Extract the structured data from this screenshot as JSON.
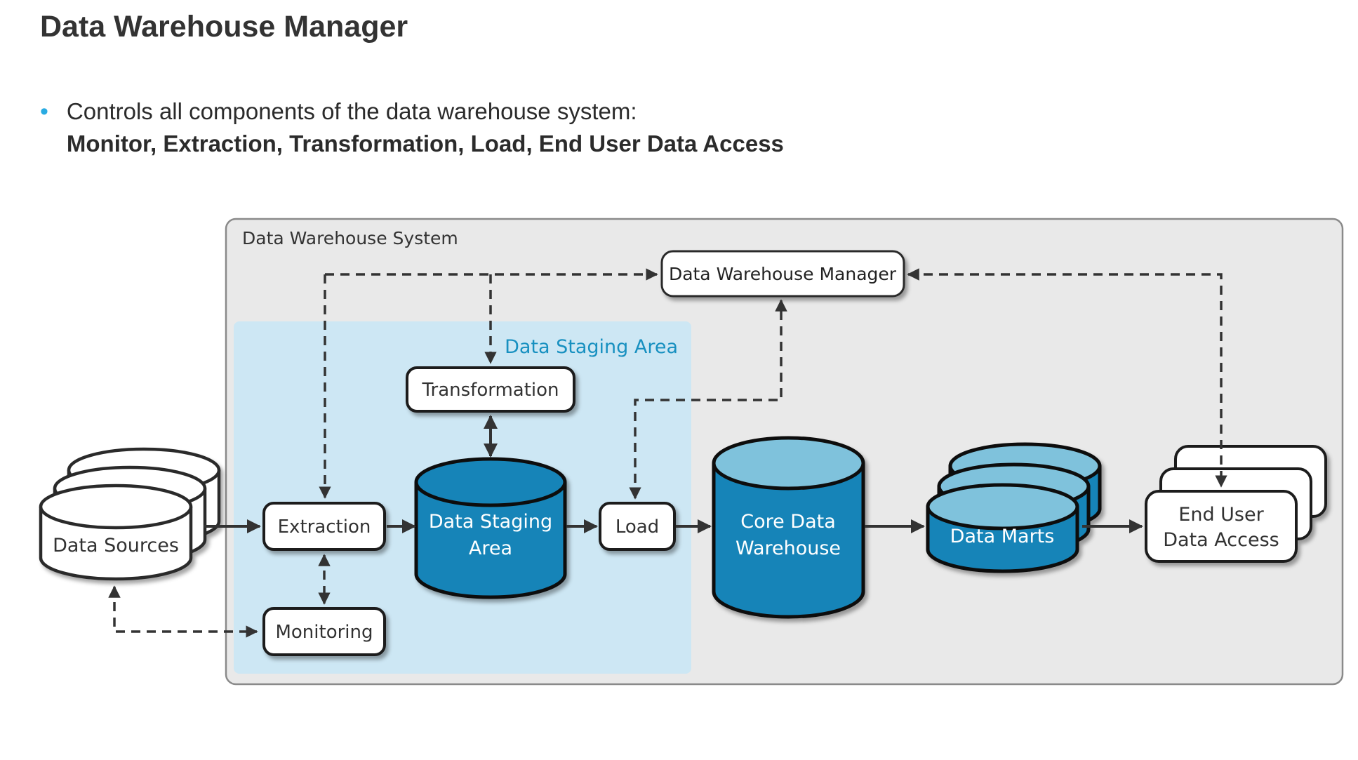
{
  "page": {
    "title": "Data Warehouse Manager",
    "bullet": {
      "line1": "Controls all components of the data warehouse system:",
      "line2": "Monitor, Extraction, Transformation, Load, End User Data Access"
    }
  },
  "diagram": {
    "system_label": "Data Warehouse System",
    "staging_area_label": "Data Staging Area",
    "nodes": {
      "manager": "Data Warehouse Manager",
      "data_sources": "Data Sources",
      "extraction": "Extraction",
      "monitoring": "Monitoring",
      "transformation": "Transformation",
      "staging_cylinder_line1": "Data Staging",
      "staging_cylinder_line2": "Area",
      "load": "Load",
      "core_dw_line1": "Core Data",
      "core_dw_line2": "Warehouse",
      "data_marts": "Data Marts",
      "end_user_line1": "End User",
      "end_user_line2": "Data Access"
    },
    "colors": {
      "system_fill": "#e9e9e9",
      "system_border": "#8a8a8a",
      "staging_fill": "#cde7f4",
      "staging_label_text": "#1790c0",
      "cylinder_blue": "#1584b8",
      "cylinder_top_light": "#7fc2dc",
      "shape_outline": "#1f1f1f",
      "arrow_color": "#333333",
      "bullet_dot": "#29abe2",
      "title_text": "#333333"
    }
  }
}
